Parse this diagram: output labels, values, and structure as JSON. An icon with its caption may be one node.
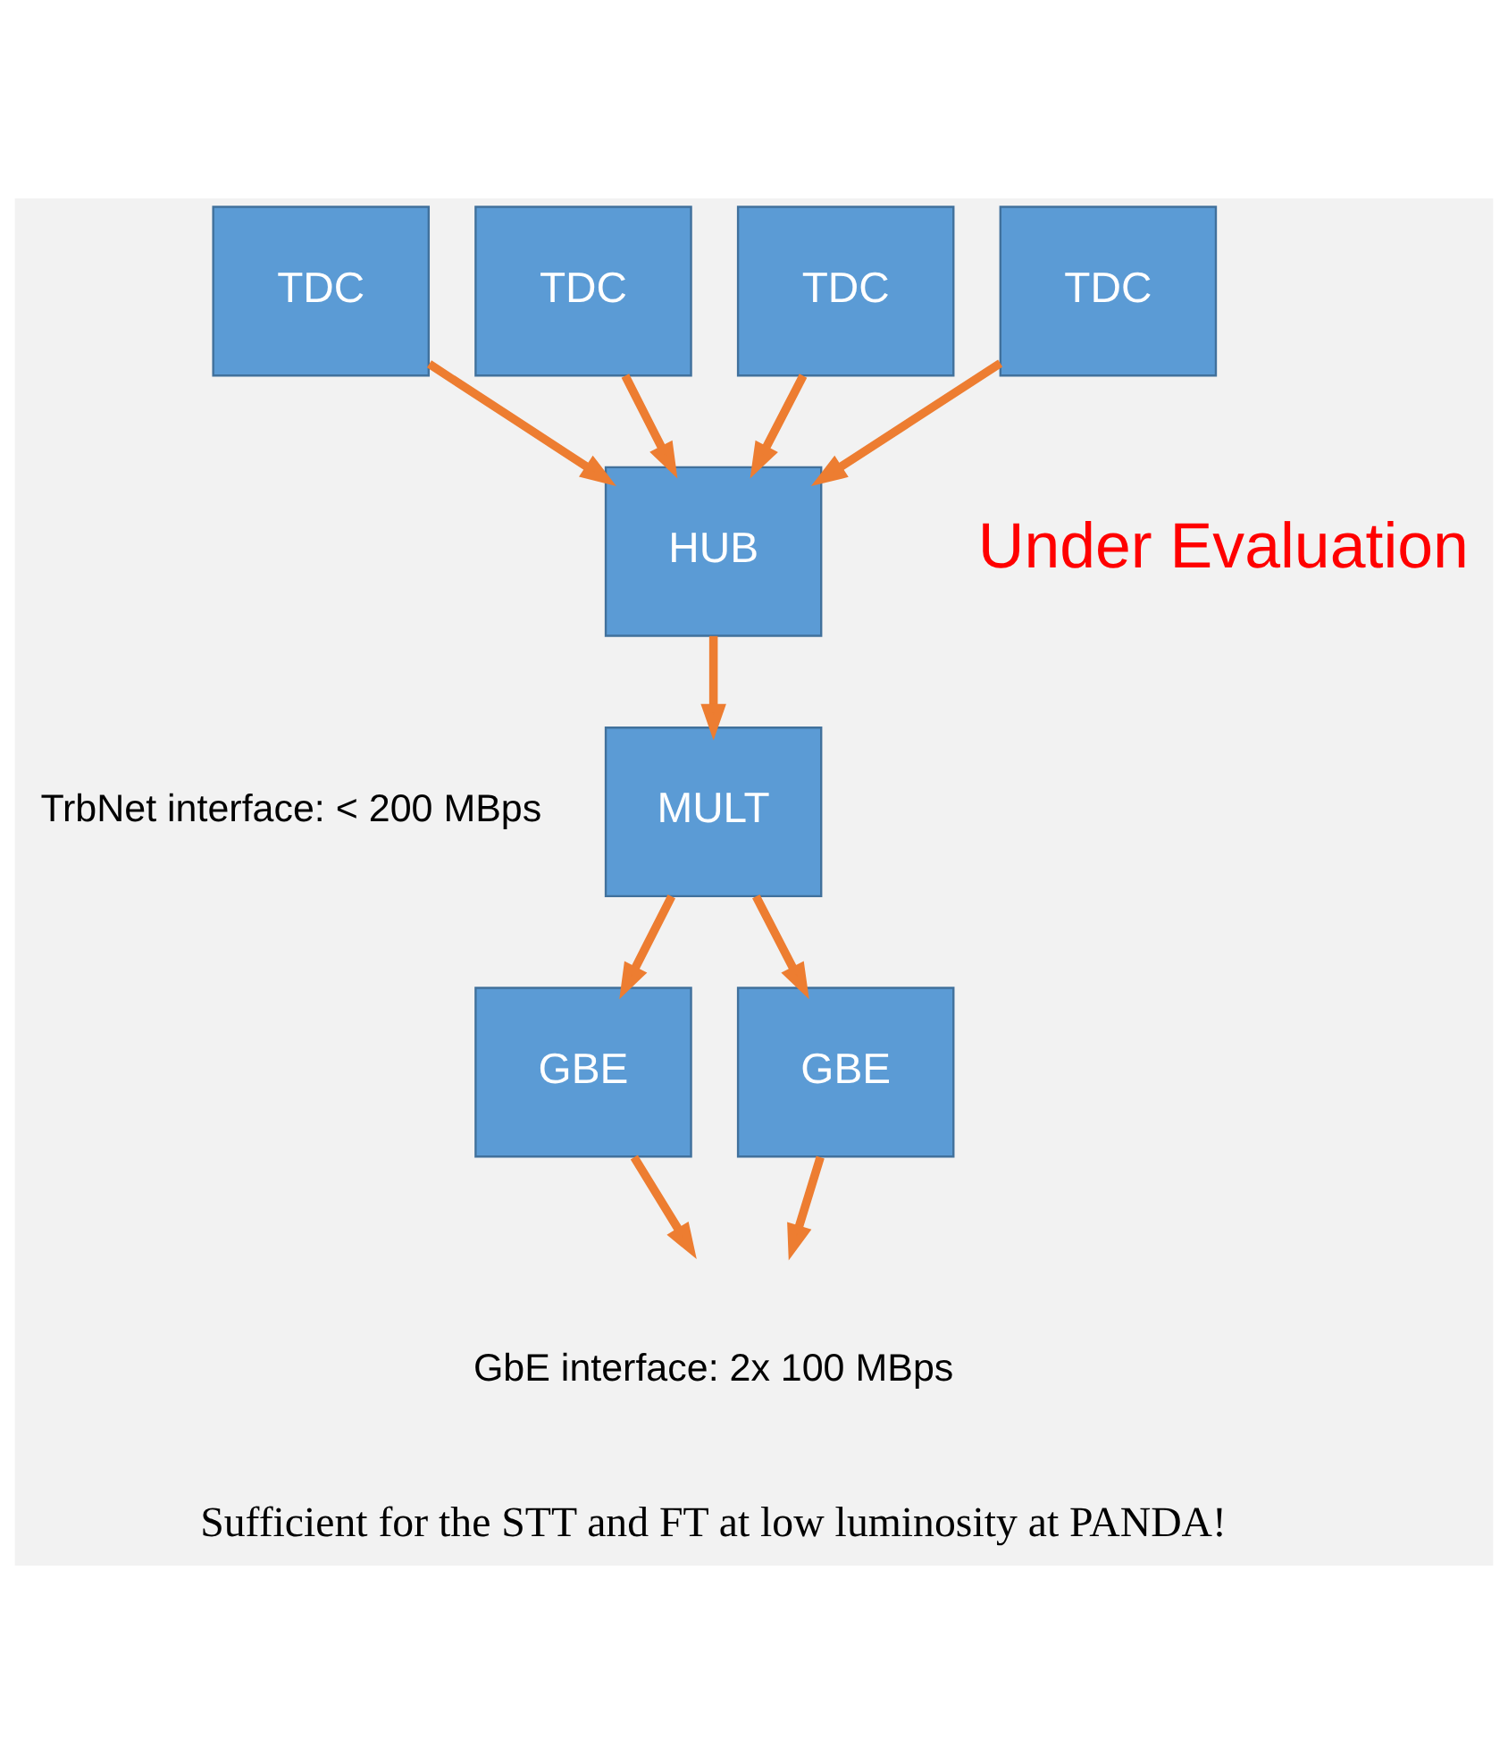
{
  "diagram": {
    "nodes": [
      {
        "text": [
          "TDC"
        ]
      },
      {
        "text": [
          "TDC"
        ]
      },
      {
        "text": [
          "TDC"
        ]
      },
      {
        "text": [
          "TDC"
        ]
      },
      {
        "text": [
          "HUB"
        ]
      },
      {
        "text": [
          "MULT"
        ]
      },
      {
        "text": [
          "GBE"
        ]
      },
      {
        "text": [
          "GBE"
        ]
      }
    ],
    "edges": [
      {
        "from": 0,
        "to": 4,
        "arrow": "to"
      },
      {
        "from": 1,
        "to": 4,
        "arrow": "to"
      },
      {
        "from": 2,
        "to": 4,
        "arrow": "to"
      },
      {
        "from": 3,
        "to": 4,
        "arrow": "to"
      },
      {
        "from": 4,
        "to": 5,
        "arrow": "to"
      },
      {
        "from": 5,
        "to": 6,
        "arrow": "to"
      },
      {
        "from": 5,
        "to": 7,
        "arrow": "to"
      },
      {
        "from": 6,
        "to": null,
        "arrow": "to"
      },
      {
        "from": 7,
        "to": null,
        "arrow": "to"
      }
    ],
    "labels": [
      "TrbNet interface: < 200 MBps",
      "Under Evaluation",
      "GbE interface: 2x 100 MBps",
      "Sufficient for the STT and FT at low luminosity at PANDA!"
    ]
  }
}
